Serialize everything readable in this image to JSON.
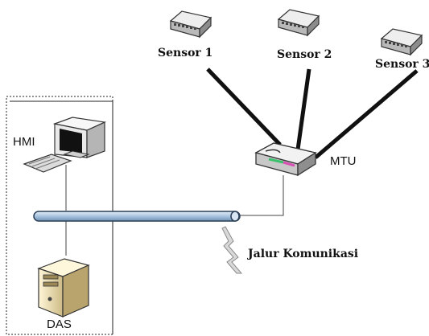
{
  "labels": {
    "sensor1": "Sensor 1",
    "sensor2": "Sensor 2",
    "sensor3": "Sensor 3",
    "mtu": "MTU",
    "hmi": "HMI",
    "das": "DAS",
    "jalur": "Jalur Komunikasi"
  },
  "icons": {
    "sensor": "switch-icon",
    "mtu": "router-icon",
    "hmi": "computer-icon",
    "das": "server-tower-icon",
    "bus": "communication-bus-icon",
    "link": "lightning-link-icon"
  },
  "colors": {
    "bus_fill": "#bcd3ea",
    "bus_stroke": "#2a3e55",
    "wire": "#111111",
    "frame": "#222222"
  }
}
